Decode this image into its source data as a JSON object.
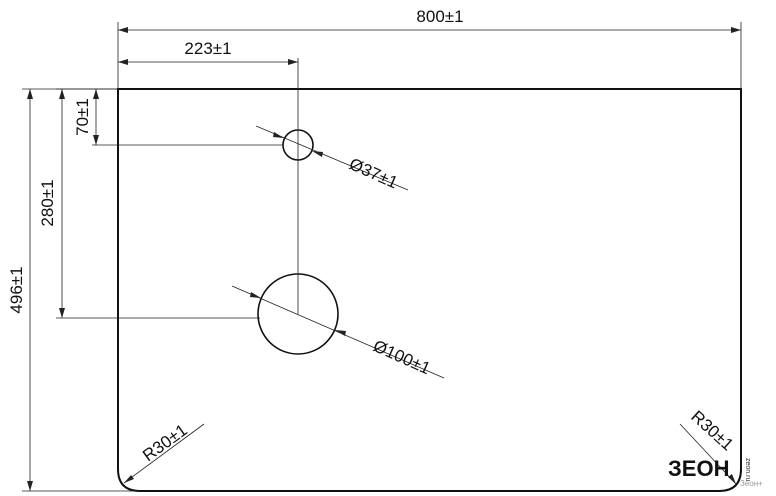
{
  "dimensions": {
    "overall_width": "800±1",
    "hole_offset_x": "223±1",
    "overall_height": "496±1",
    "small_hole_offset_y": "70±1",
    "large_hole_offset_y": "280±1",
    "small_hole_diameter": "Ø37±1",
    "large_hole_diameter": "Ø100±1",
    "corner_radius_left": "R30±1",
    "corner_radius_right": "R30±1"
  },
  "brand": {
    "logo": "ЗЕОН",
    "domain": "zeon.ru",
    "tagline": "Зеон+"
  },
  "colors": {
    "line": "#111111",
    "background": "#ffffff"
  }
}
